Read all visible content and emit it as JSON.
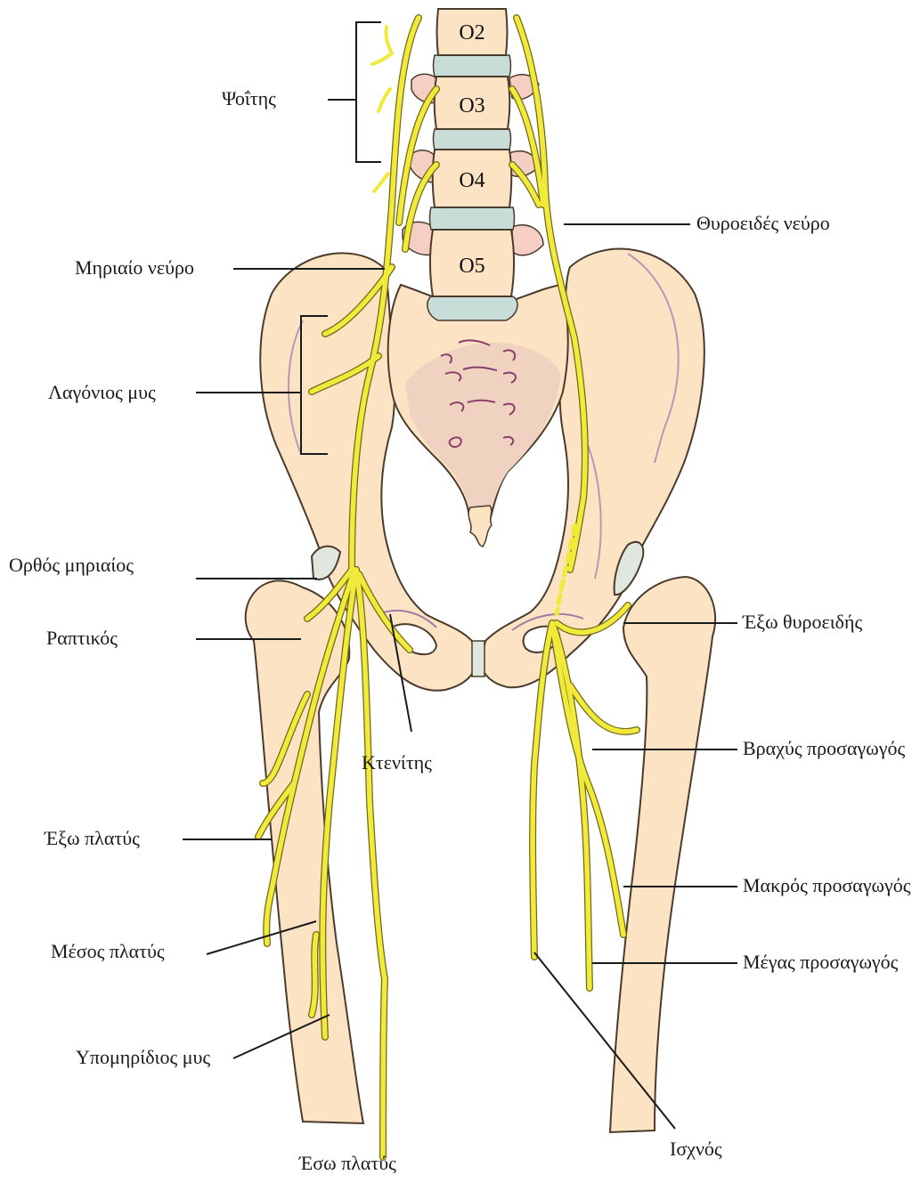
{
  "vertebrae": [
    "Ο2",
    "Ο3",
    "Ο4",
    "Ο5"
  ],
  "labels": {
    "psoas": "Ψοΐτης",
    "femoral_nerve": "Μηριαίο νεύρο",
    "iliacus": "Λαγόνιος μυς",
    "rectus_femoris": "Ορθός μηριαίος",
    "sartorius": "Ραπτικός",
    "pectineus": "Κτενίτης",
    "vastus_lateralis": "Έξω πλατύς",
    "vastus_intermedius": "Μέσος πλατύς",
    "articularis_genus": "Υπομηρίδιος μυς",
    "vastus_medialis": "Έσω πλατύς",
    "obturator_nerve": "Θυροειδές νεύρο",
    "obturator_externus": "Έξω θυροειδής",
    "adductor_brevis": "Βραχύς προσαγωγός",
    "adductor_longus": "Μακρός προσαγωγός",
    "adductor_magnus": "Μέγας προσαγωγός",
    "gracilis": "Ισχνός"
  },
  "colors": {
    "bone": "#fbe3c3",
    "bone_outline": "#4a3b2c",
    "nerve": "#f2ea3b",
    "nerve_outline": "#6f6a1a",
    "disc": "#c8dcd8",
    "sacrum_inner": "#f0d2c0",
    "transverse": "#f6cfc4",
    "cartilage": "#dfe7df",
    "iliac_line": "#b898b8"
  }
}
